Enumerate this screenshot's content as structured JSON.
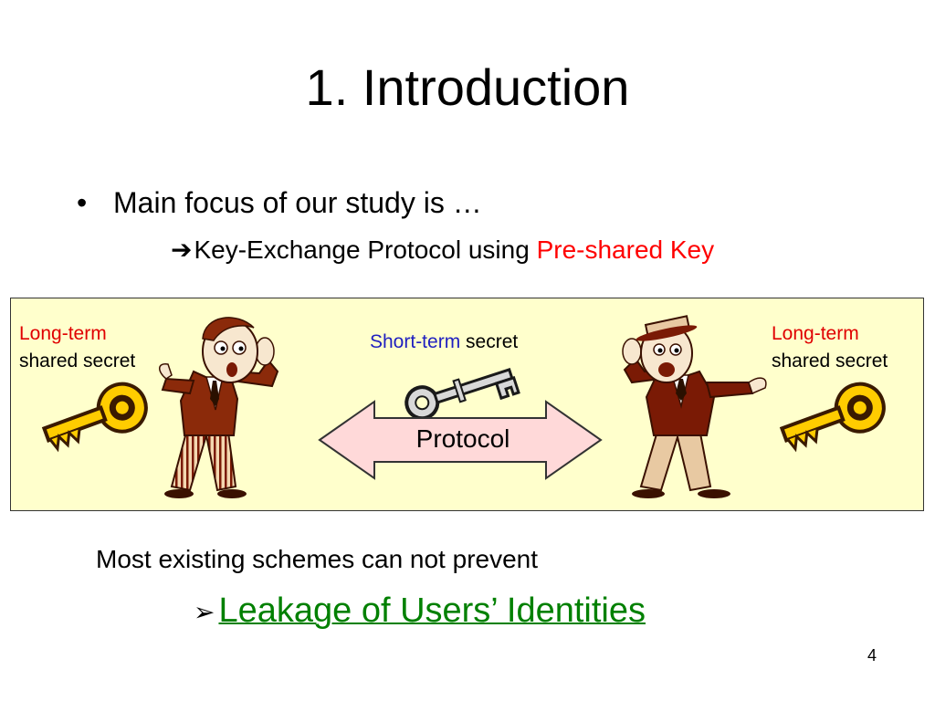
{
  "slide": {
    "title": "1.  Introduction",
    "bullet_mark": "•",
    "bullet_text": "Main focus of our study is …",
    "sub_arrow": "➔",
    "sub_text_plain": "Key-Exchange Protocol using ",
    "sub_text_highlight": "Pre-shared Key",
    "page_number": "4"
  },
  "diagram": {
    "left_label_line1": "Long-term",
    "left_label_line2": "shared secret",
    "right_label_line1": "Long-term",
    "right_label_line2": "shared secret",
    "short_term_colored": "Short-term",
    "short_term_plain": " secret",
    "protocol_label": "Protocol",
    "icons": [
      "gold-key-icon",
      "silver-key-icon",
      "whispering-man-icon",
      "shouting-man-icon",
      "double-arrow-icon"
    ],
    "colors": {
      "panel_background": "#ffffcc",
      "long_term_label": "#e00000",
      "short_term_label": "#2020c0",
      "protocol_arrow_fill": "#ffd9d9",
      "gold_key": "#ffcc00"
    }
  },
  "footer": {
    "existing_text": "Most existing schemes can not prevent",
    "leakage_arrow": "➢",
    "leakage_text": "Leakage of Users’ Identities",
    "leakage_color": "#008000"
  }
}
